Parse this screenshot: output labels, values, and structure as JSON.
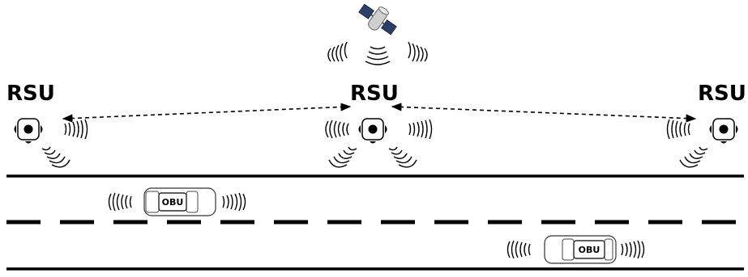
{
  "diagram": {
    "rsu_label": "RSU",
    "obu_label": "OBU",
    "nodes": [
      {
        "id": "rsu-left",
        "kind": "RSU",
        "label": "RSU"
      },
      {
        "id": "rsu-center",
        "kind": "RSU",
        "label": "RSU"
      },
      {
        "id": "rsu-right",
        "kind": "RSU",
        "label": "RSU"
      },
      {
        "id": "obu-1",
        "kind": "OBU",
        "label": "OBU"
      },
      {
        "id": "obu-2",
        "kind": "OBU",
        "label": "OBU"
      },
      {
        "id": "satellite",
        "kind": "satellite-icon"
      }
    ],
    "links": [
      {
        "from": "rsu-left",
        "to": "rsu-center",
        "style": "dashed",
        "arrows": "both"
      },
      {
        "from": "rsu-center",
        "to": "rsu-right",
        "style": "dashed",
        "arrows": "both"
      }
    ],
    "colors": {
      "ink": "#000000",
      "satellite_body": "#d0d0d0",
      "satellite_panel": "#2e3f67"
    }
  }
}
